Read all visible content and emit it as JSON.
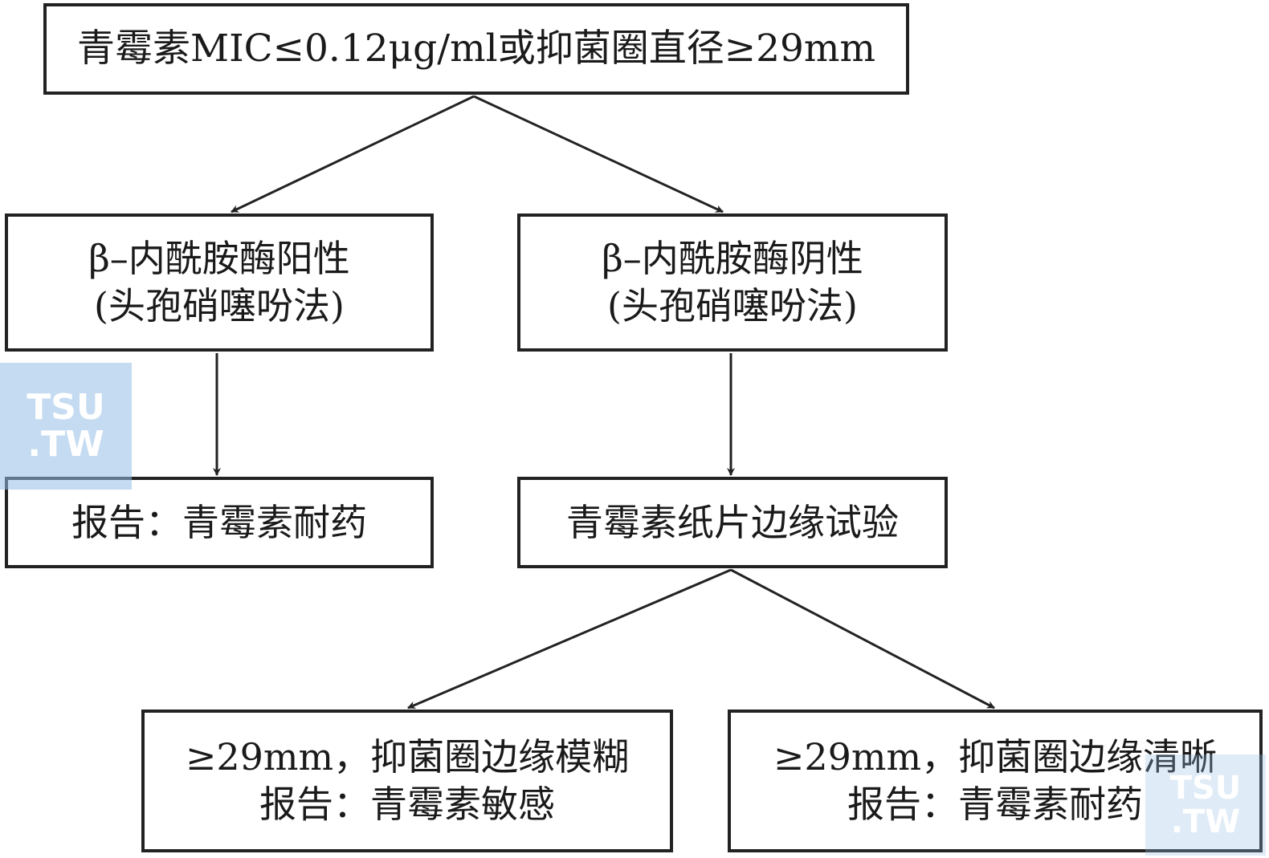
{
  "nodes": {
    "top": {
      "line1": "青霉素MIC≤0.12μg/ml或抑菌圈直径≥29mm"
    },
    "positive": {
      "line1": "β–内酰胺酶阳性",
      "line2": "(头孢硝噻吩法)"
    },
    "negative": {
      "line1": "β–内酰胺酶阴性",
      "line2": "(头孢硝噻吩法)"
    },
    "report_resistant": {
      "line1": "报告：青霉素耐药"
    },
    "edge_test": {
      "line1": "青霉素纸片边缘试验"
    },
    "fuzzy": {
      "line1": "≥29mm，抑菌圈边缘模糊",
      "line2": "报告：青霉素敏感"
    },
    "sharp": {
      "line1": "≥29mm，抑菌圈边缘清晰",
      "line2": "报告：青霉素耐药"
    }
  },
  "watermark": {
    "line1": "TSU",
    "line2": ".TW"
  },
  "colors": {
    "line": "#222222",
    "watermark_bg": "#96bee6"
  }
}
